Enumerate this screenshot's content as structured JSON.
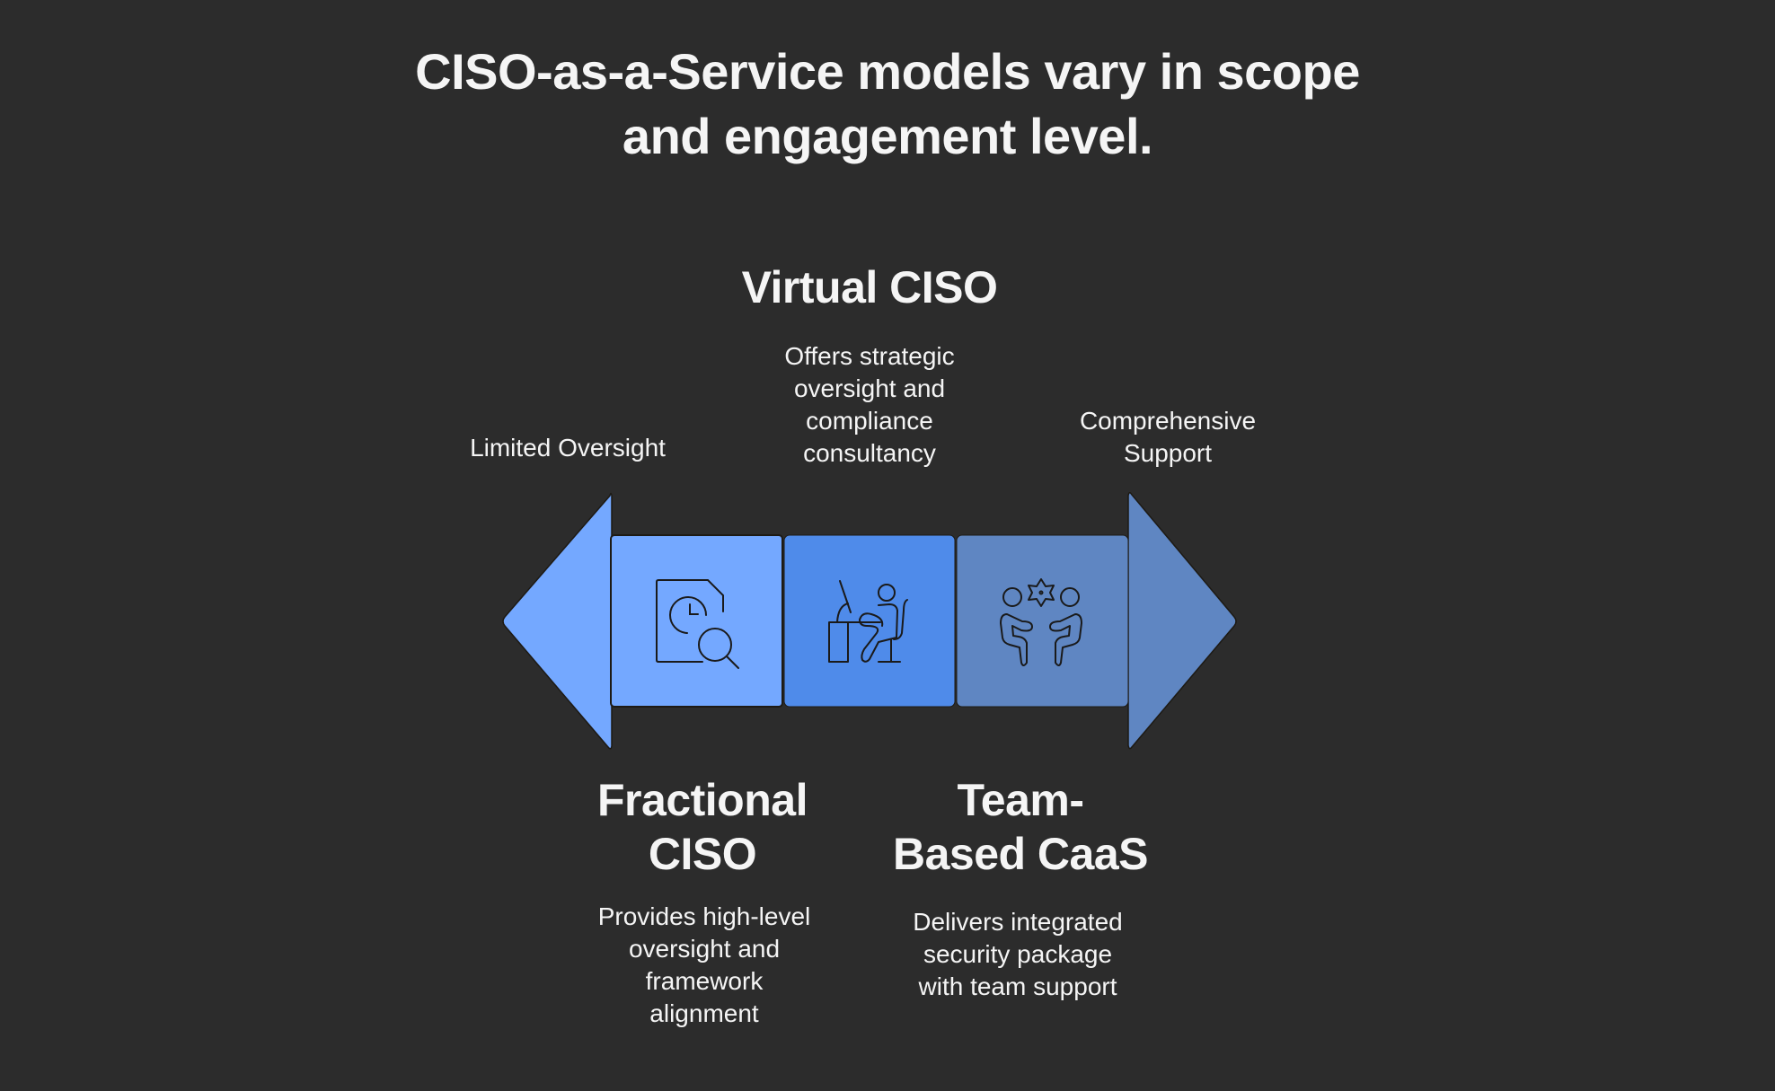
{
  "title": {
    "lines": [
      "CISO-as-a-Service models vary in scope",
      "and engagement level."
    ]
  },
  "scale": {
    "left_label": "Limited Oversight",
    "right_label_lines": [
      "Comprehensive",
      "Support"
    ]
  },
  "models": [
    {
      "heading_lines": [
        "Fractional",
        "CISO"
      ],
      "description_lines": [
        "Provides high-level",
        "oversight and",
        "framework",
        "alignment"
      ],
      "icon": "document-clock-search-icon",
      "color": "#74a8ff",
      "position": "bottom"
    },
    {
      "heading_lines": [
        "Virtual CISO"
      ],
      "description_lines": [
        "Offers strategic",
        "oversight and",
        "compliance",
        "consultancy"
      ],
      "icon": "person-at-desk-computer-icon",
      "color": "#4f8bea",
      "position": "top"
    },
    {
      "heading_lines": [
        "Team-",
        "Based CaaS"
      ],
      "description_lines": [
        "Delivers integrated",
        "security package",
        "with team support"
      ],
      "icon": "team-collaboration-gear-icon",
      "color": "#5f86c2",
      "position": "bottom"
    }
  ],
  "colors": {
    "background": "#2c2c2c",
    "left_arrowhead": "#74a8ff",
    "right_arrowhead": "#5f86c2",
    "text": "#f5f5f5",
    "icon_stroke": "#1a1a1a"
  }
}
